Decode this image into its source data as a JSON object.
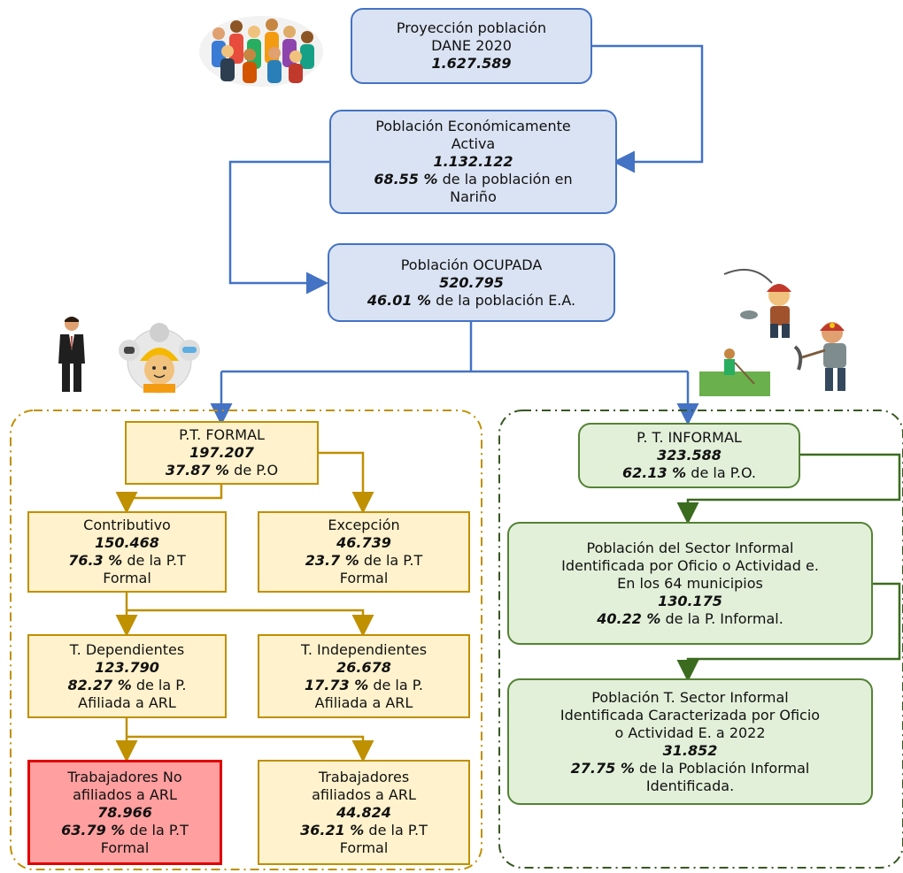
{
  "top": {
    "line1": "Proyección población",
    "line2": "DANE 2020",
    "value": "1.627.589"
  },
  "pea": {
    "line1": "Población Económicamente",
    "line2": "Activa",
    "value": "1.132.122",
    "pct": "68.55 %",
    "pct_text": " de la población en",
    "line4": "Nariño"
  },
  "ocupada": {
    "line1": "Población OCUPADA",
    "value": "520.795",
    "pct": "46.01 %",
    "pct_text": " de la población E.A."
  },
  "formal": {
    "line1": "P.T. FORMAL",
    "value": "197.207",
    "pct": "37.87 %",
    "pct_text": " de P.O"
  },
  "contributivo": {
    "line1": "Contributivo",
    "value": "150.468",
    "pct": "76.3 %",
    "pct_text": " de la P.T",
    "line4": "Formal"
  },
  "excepcion": {
    "line1": "Excepción",
    "value": "46.739",
    "pct": "23.7 %",
    "pct_text": " de la P.T",
    "line4": "Formal"
  },
  "dependientes": {
    "line1": "T. Dependientes",
    "value": "123.790",
    "pct": "82.27 %",
    "pct_text": " de la P.",
    "line4": "Afiliada a ARL"
  },
  "independientes": {
    "line1": "T. Independientes",
    "value": "26.678",
    "pct": "17.73 %",
    "pct_text": " de la P.",
    "line4": "Afiliada a ARL"
  },
  "no_afiliados": {
    "line1": "Trabajadores No",
    "line2": "afiliados a ARL",
    "value": "78.966",
    "pct": "63.79 %",
    "pct_text": " de la P.T",
    "line5": "Formal"
  },
  "afiliados": {
    "line1": "Trabajadores",
    "line2": "afiliados a ARL",
    "value": "44.824",
    "pct": "36.21 %",
    "pct_text": " de la P.T",
    "line5": "Formal"
  },
  "informal": {
    "line1": "P. T. INFORMAL",
    "value": "323.588",
    "pct": "62.13 %",
    "pct_text": " de la P.O."
  },
  "sector_informal": {
    "line1": "Población del Sector Informal",
    "line2": "Identificada por Oficio o Actividad e.",
    "line3": "En los 64 municipios",
    "value": "130.175",
    "pct": "40.22 %",
    "pct_text": " de la P. Informal."
  },
  "caracterizada": {
    "line1": "Población T. Sector Informal",
    "line2": "Identificada Caracterizada por Oficio",
    "line3": "o Actividad E. a 2022",
    "value": "31.852",
    "pct": "27.75 %",
    "pct_text": " de la Población Informal",
    "line6": "Identificada."
  },
  "colors": {
    "blue_fill": "#dae3f3",
    "blue_border": "#4472c4",
    "yellow_fill": "#fff2cc",
    "yellow_border": "#bf9000",
    "green_fill": "#e2f0d9",
    "green_border": "#548235",
    "red_fill": "#ff9f9f",
    "red_border": "#e00000"
  }
}
